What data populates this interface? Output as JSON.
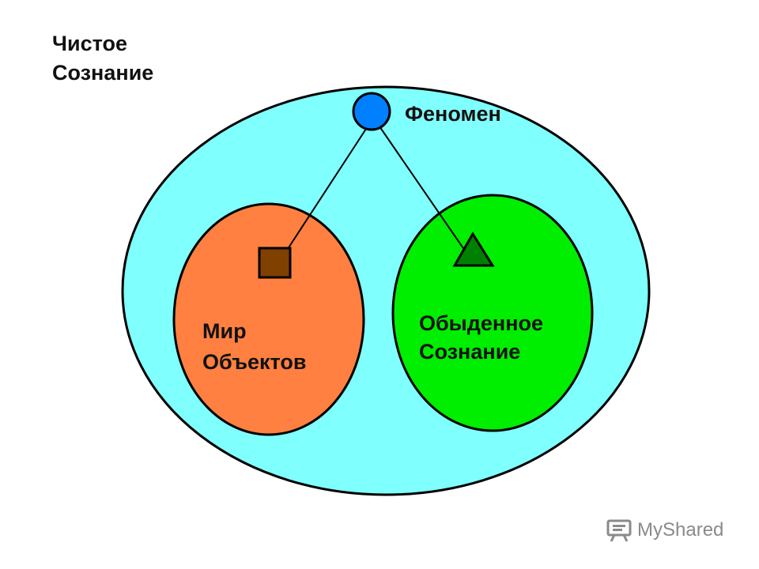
{
  "labels": {
    "pure_consciousness": [
      "Чистое",
      "Сознание"
    ],
    "phenomenon": "Феномен",
    "world_of_objects": [
      "Мир",
      "Объектов"
    ],
    "everyday_consciousness": [
      "Обыденное",
      "Сознание"
    ]
  },
  "watermark": {
    "text": "MyShared",
    "icon": "presentation-board-icon"
  },
  "colors": {
    "outer_region": "#80FFFF",
    "objects_region": "#FF8040",
    "everyday_region": "#00EE00",
    "phenomenon_marker": "#0080FF",
    "object_marker": "#804000",
    "everyday_marker": "#008000",
    "stroke": "#000000"
  }
}
